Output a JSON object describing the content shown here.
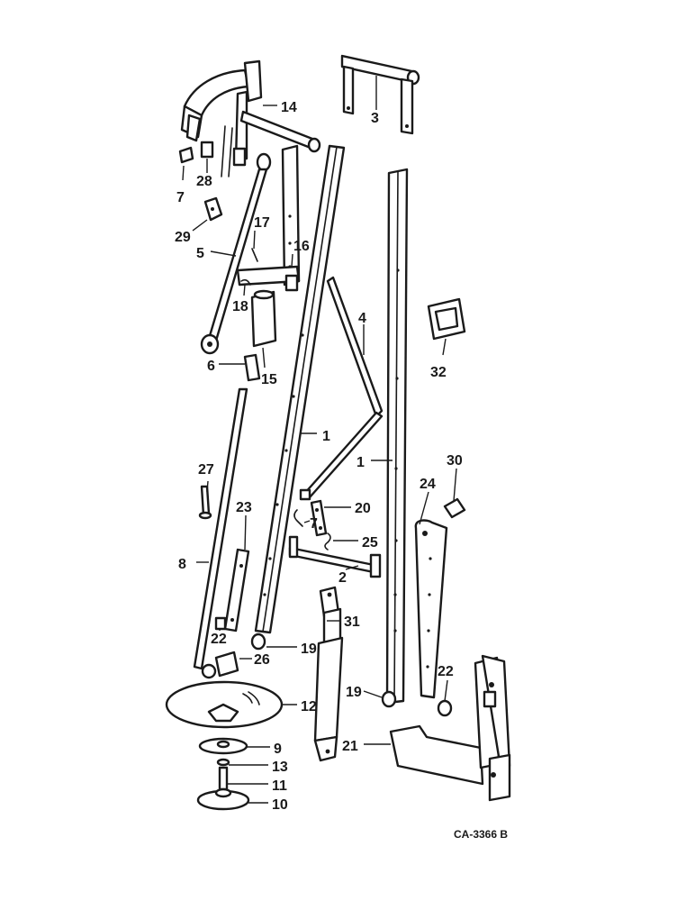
{
  "diagram": {
    "drawing_code": "CA-3366 B",
    "callouts": [
      "1",
      "1",
      "2",
      "3",
      "4",
      "5",
      "6",
      "7",
      "7",
      "8",
      "9",
      "10",
      "11",
      "12",
      "13",
      "14",
      "15",
      "16",
      "17",
      "18",
      "19",
      "19",
      "20",
      "21",
      "22",
      "22",
      "23",
      "24",
      "25",
      "26",
      "27",
      "28",
      "29",
      "30",
      "31",
      "32"
    ]
  }
}
